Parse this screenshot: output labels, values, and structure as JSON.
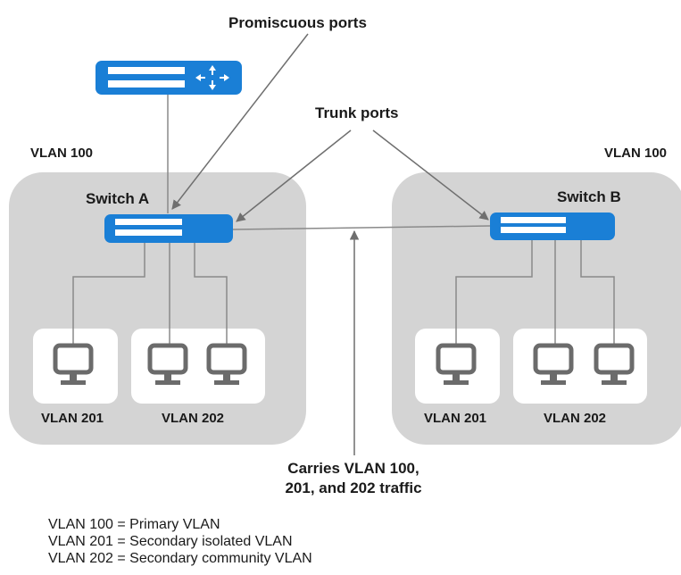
{
  "labels": {
    "promiscuous_ports": "Promiscuous ports",
    "trunk_ports": "Trunk ports",
    "vlan100_left": "VLAN 100",
    "vlan100_right": "VLAN 100",
    "switch_a": "Switch A",
    "switch_b": "Switch B",
    "vlan201_left": "VLAN 201",
    "vlan202_left": "VLAN 202",
    "vlan201_right": "VLAN 201",
    "vlan202_right": "VLAN 202",
    "carries_line1": "Carries VLAN 100,",
    "carries_line2": "201, and 202 traffic"
  },
  "legend": [
    "VLAN 100 = Primary VLAN",
    "VLAN 201 = Secondary isolated VLAN",
    "VLAN 202 = Secondary community VLAN"
  ],
  "colors": {
    "device_blue": "#1a7fd6",
    "group_gray": "#d4d4d4",
    "line_gray": "#8a8a8a",
    "monitor_gray": "#6b6b6b"
  },
  "icons": [
    "router-icon",
    "switch-icon",
    "monitor-icon"
  ]
}
